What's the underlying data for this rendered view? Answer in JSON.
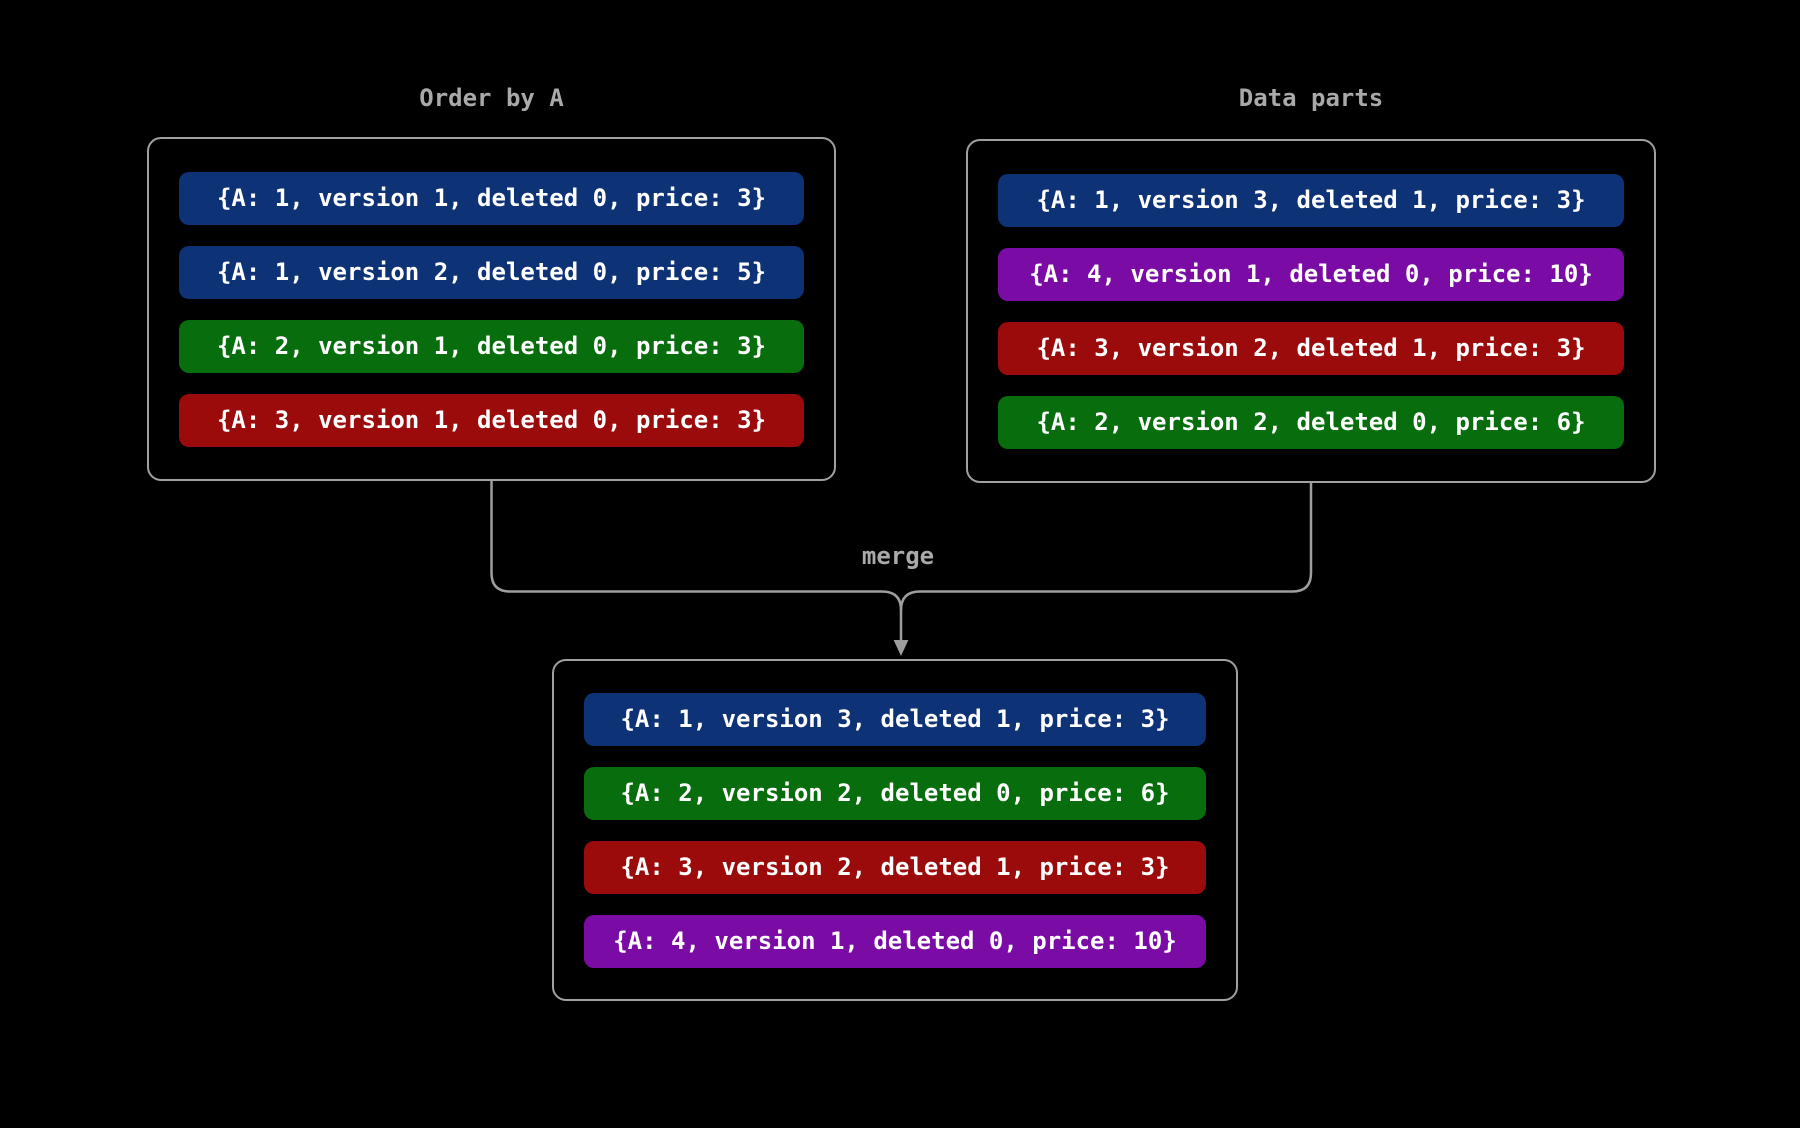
{
  "diagram": {
    "left_panel": {
      "title": "Order by A",
      "rows": [
        {
          "text": "{A: 1, version 1, deleted 0, price: 3}",
          "color": "blue"
        },
        {
          "text": "{A: 1, version 2, deleted 0, price: 5}",
          "color": "blue"
        },
        {
          "text": "{A: 2, version 1, deleted 0, price: 3}",
          "color": "green"
        },
        {
          "text": "{A: 3, version 1, deleted 0, price: 3}",
          "color": "red"
        }
      ]
    },
    "right_panel": {
      "title": "Data parts",
      "rows": [
        {
          "text": "{A: 1, version 3, deleted 1, price: 3}",
          "color": "blue"
        },
        {
          "text": "{A: 4, version 1, deleted 0, price: 10}",
          "color": "purple"
        },
        {
          "text": "{A: 3, version 2, deleted 1, price: 3}",
          "color": "red"
        },
        {
          "text": "{A: 2, version 2, deleted 0, price: 6}",
          "color": "green"
        }
      ]
    },
    "merge_label": "merge",
    "result_panel": {
      "rows": [
        {
          "text": "{A: 1, version 3, deleted 1, price: 3}",
          "color": "blue"
        },
        {
          "text": "{A: 2, version 2, deleted 0, price: 6}",
          "color": "green"
        },
        {
          "text": "{A: 3, version 2, deleted 1, price: 3}",
          "color": "red"
        },
        {
          "text": "{A: 4, version 1, deleted 0, price: 10}",
          "color": "purple"
        }
      ]
    }
  },
  "colors": {
    "background": "#000000",
    "outline": "#a0a0a0",
    "line": "#9e9e9e",
    "label_text": "#a9a9a9",
    "row_text": "#ffffff",
    "blue": "#0e3276",
    "green": "#076d0d",
    "red": "#9b0b0b",
    "purple": "#7a0ca5"
  }
}
